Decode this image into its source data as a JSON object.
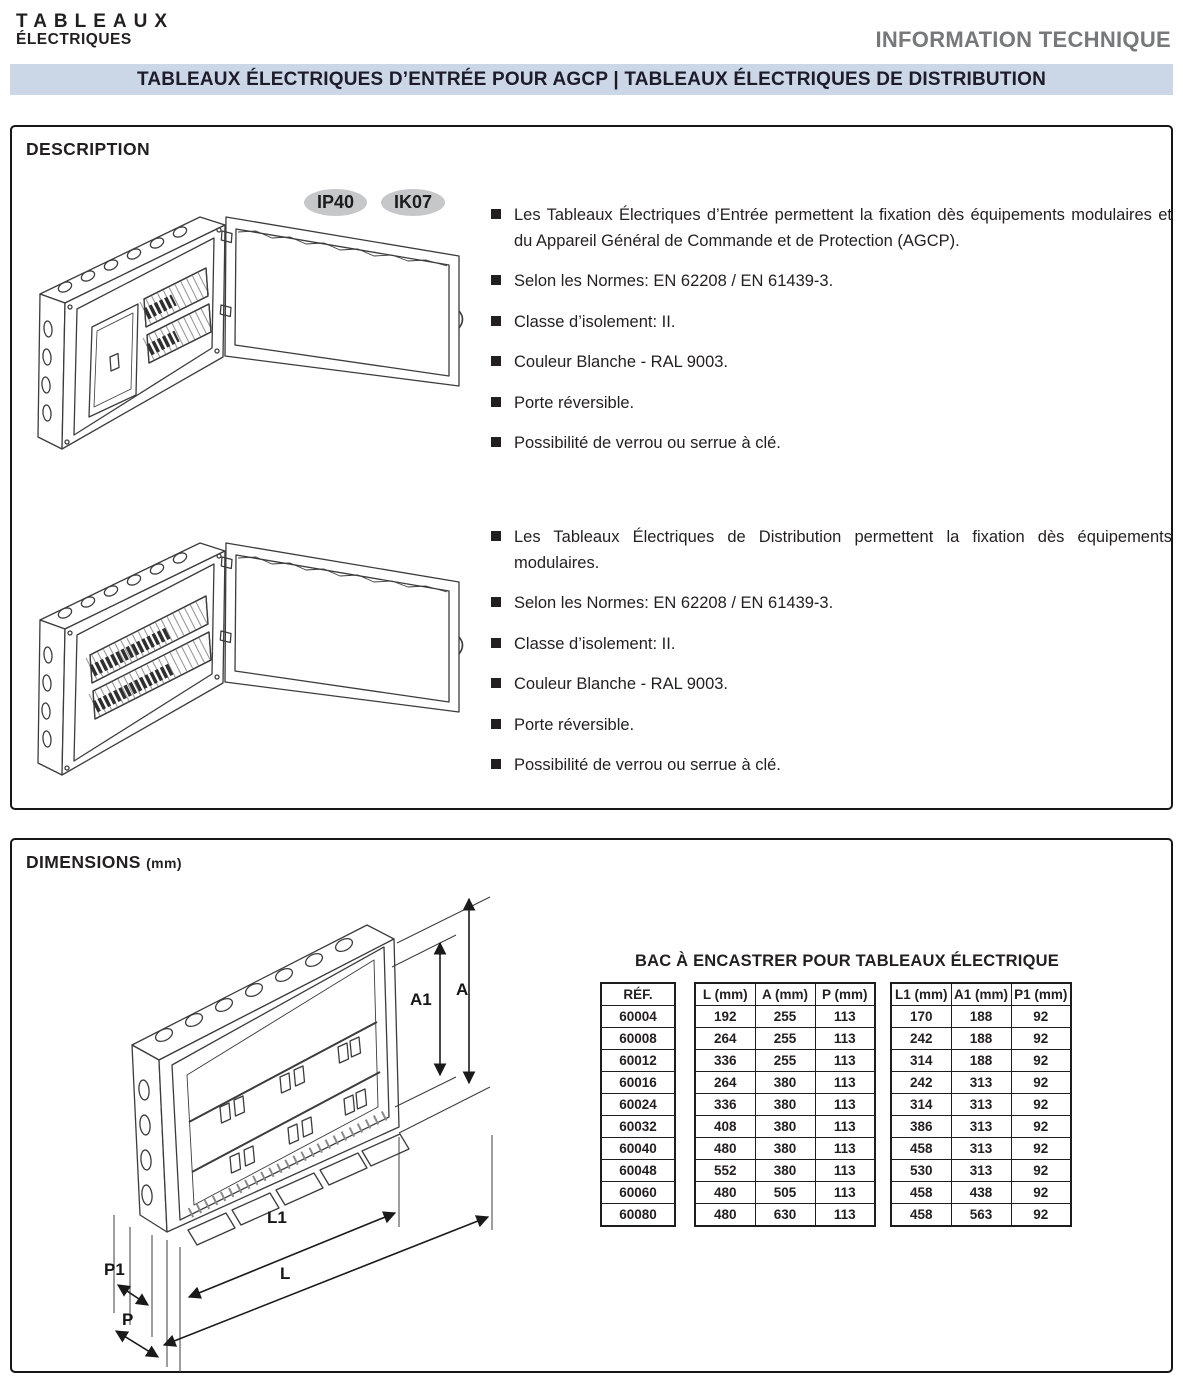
{
  "header": {
    "logo_line1": "TABLEAUX",
    "logo_line2": "ÉLECTRIQUES",
    "right_title": "INFORMATION TECHNIQUE",
    "banner": "TABLEAUX ÉLECTRIQUES D’ENTRÉE POUR AGCP | TABLEAUX ÉLECTRIQUES DE DISTRIBUTION"
  },
  "description": {
    "title": "DESCRIPTION",
    "badges": [
      "IP40",
      "IK07"
    ],
    "entry_bullets": [
      "Les Tableaux Électriques d’Entrée permettent la fixation dès équipements modulaires et du Appareil Général de Commande et de Protection (AGCP).",
      "Selon les Normes: EN 62208 / EN 61439-3.",
      "Classe d’isolement: II.",
      "Couleur Blanche - RAL 9003.",
      "Porte réversible.",
      "Possibilité de verrou ou serrue à clé."
    ],
    "distribution_bullets": [
      "Les Tableaux Électriques de Distribution permettent la fixation dès équipements modulaires.",
      "Selon les Normes: EN 62208 / EN 61439-3.",
      "Classe d’isolement: II.",
      "Couleur Blanche - RAL 9003.",
      "Porte réversible.",
      "Possibilité de verrou ou serrue à clé."
    ]
  },
  "dimensions": {
    "title": "DIMENSIONS",
    "unit": "(mm)",
    "labels": {
      "a": "A",
      "a1": "A1",
      "l": "L",
      "l1": "L1",
      "p": "P",
      "p1": "P1"
    },
    "table": {
      "title": "BAC À ENCASTRER POUR TABLEAUX ÉLECTRIQUE",
      "columns": [
        "RÉF.",
        "L (mm)",
        "A (mm)",
        "P (mm)",
        "L1 (mm)",
        "A1 (mm)",
        "P1 (mm)"
      ],
      "rows": [
        [
          "60004",
          "192",
          "255",
          "113",
          "170",
          "188",
          "92"
        ],
        [
          "60008",
          "264",
          "255",
          "113",
          "242",
          "188",
          "92"
        ],
        [
          "60012",
          "336",
          "255",
          "113",
          "314",
          "188",
          "92"
        ],
        [
          "60016",
          "264",
          "380",
          "113",
          "242",
          "313",
          "92"
        ],
        [
          "60024",
          "336",
          "380",
          "113",
          "314",
          "313",
          "92"
        ],
        [
          "60032",
          "408",
          "380",
          "113",
          "386",
          "313",
          "92"
        ],
        [
          "60040",
          "480",
          "380",
          "113",
          "458",
          "313",
          "92"
        ],
        [
          "60048",
          "552",
          "380",
          "113",
          "530",
          "313",
          "92"
        ],
        [
          "60060",
          "480",
          "505",
          "113",
          "458",
          "438",
          "92"
        ],
        [
          "60080",
          "480",
          "630",
          "113",
          "458",
          "563",
          "92"
        ]
      ]
    }
  },
  "colors": {
    "banner_bg": "#cbd7e7",
    "badge_bg": "#c5c7c9",
    "right_title_gray": "#77787b",
    "ink": "#231f20",
    "line_art": "#3c3c3c"
  }
}
